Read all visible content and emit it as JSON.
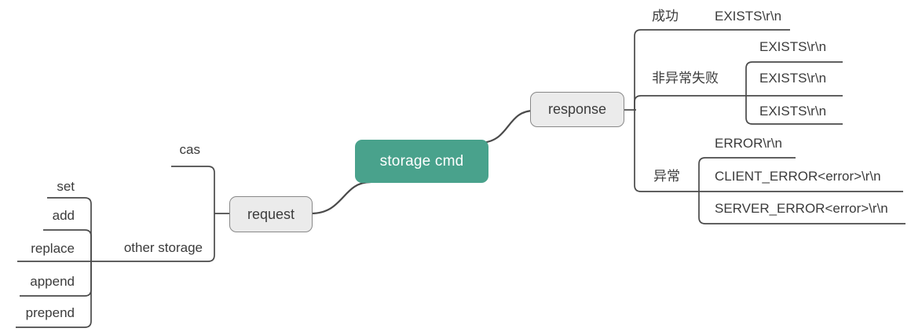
{
  "root": {
    "label": "storage cmd"
  },
  "request_branch": {
    "label": "request",
    "cas_label": "cas",
    "other_storage_label": "other storage",
    "commands": [
      "set",
      "add",
      "replace",
      "append",
      "prepend"
    ]
  },
  "response_branch": {
    "label": "response",
    "success": {
      "label": "成功",
      "items": [
        "EXISTS\\r\\n"
      ]
    },
    "non_exception_failure": {
      "label": "非异常失败",
      "items": [
        "EXISTS\\r\\n",
        "EXISTS\\r\\n",
        "EXISTS\\r\\n"
      ]
    },
    "exception": {
      "label": "异常",
      "items": [
        "ERROR\\r\\n",
        "CLIENT_ERROR<error>\\r\\n",
        "SERVER_ERROR<error>\\r\\n"
      ]
    }
  },
  "colors": {
    "root_fill": "#49a28c",
    "root_text": "#ffffff",
    "topic_fill": "#ebebeb",
    "topic_border": "#888888",
    "branch_line": "#4a4a4a",
    "label_text": "#3b3b3b"
  }
}
